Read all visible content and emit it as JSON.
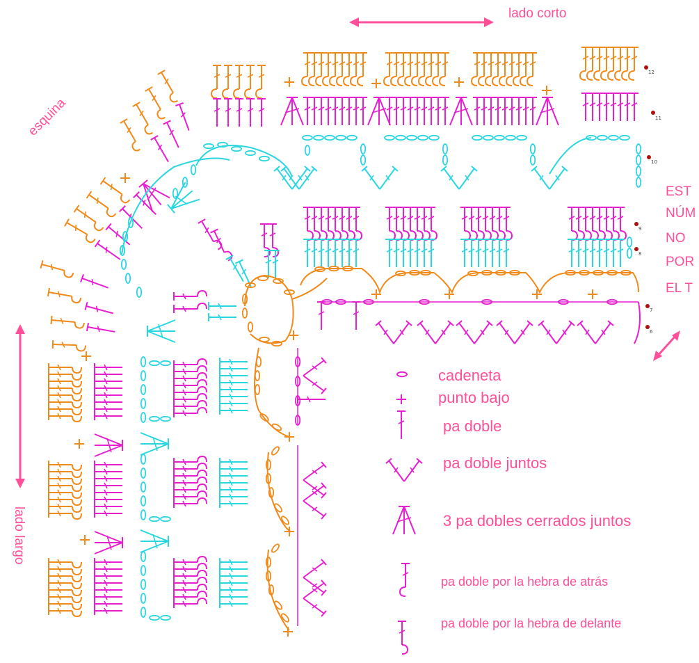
{
  "colors": {
    "orange": "#f08a1a",
    "magenta": "#e61fd0",
    "cyan": "#2ad6e0",
    "label_pink": "#ff4f9a",
    "marker_red": "#b01010"
  },
  "labels": {
    "lado_corto": "lado corto",
    "esquina": "esquina",
    "lado_largo": "lado largo",
    "note_lines": [
      "EST",
      "NÚM",
      "NO",
      "POR",
      "EL T"
    ]
  },
  "legend": [
    {
      "symbol": "chain-icon",
      "text": "cadeneta"
    },
    {
      "symbol": "single-crochet-icon",
      "text": "punto bajo"
    },
    {
      "symbol": "double-crochet-icon",
      "text": "pa doble"
    },
    {
      "symbol": "dc2tog-icon",
      "text": "pa doble juntos"
    },
    {
      "symbol": "dc3-cluster-icon",
      "text": "3 pa dobles cerrados juntos"
    },
    {
      "symbol": "back-loop-dc-icon",
      "text": "pa doble por la hebra de atrás"
    },
    {
      "symbol": "front-loop-dc-icon",
      "text": "pa doble por la hebra de delante"
    }
  ],
  "row_numbers": [
    "12",
    "11",
    "10",
    "9",
    "8",
    "7",
    "6"
  ]
}
